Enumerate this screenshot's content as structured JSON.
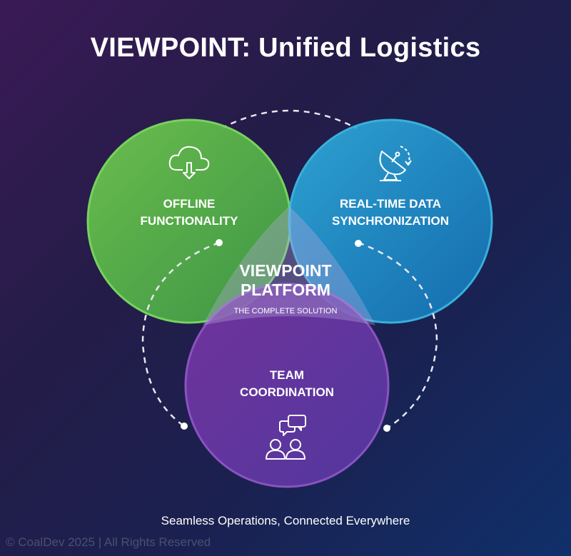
{
  "title": "VIEWPOINT: Unified Logistics",
  "circles": [
    {
      "id": "offline",
      "line1": "OFFLINE",
      "line2": "FUNCTIONALITY",
      "icon": "cloud-download-icon",
      "color": "#5cb84a"
    },
    {
      "id": "realtime",
      "line1": "REAL-TIME DATA",
      "line2": "SYNCHRONIZATION",
      "icon": "satellite-dish-icon",
      "color": "#1e9ad6"
    },
    {
      "id": "team",
      "line1": "TEAM",
      "line2": "COORDINATION",
      "icon": "team-chat-icon",
      "color": "#7a3fb0"
    }
  ],
  "center": {
    "line1": "VIEWPOINT",
    "line2": "PLATFORM",
    "subtitle": "THE COMPLETE SOLUTION"
  },
  "tagline": "Seamless Operations, Connected Everywhere",
  "footer": "© CoalDev 2025 | All Rights Reserved"
}
